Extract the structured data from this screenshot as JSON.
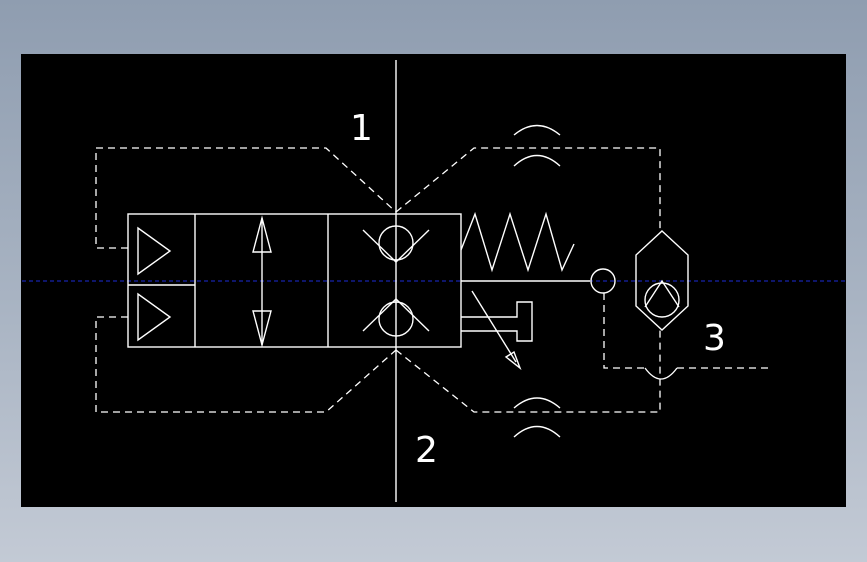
{
  "diagram": {
    "labels": {
      "port_1": "1",
      "port_2": "2",
      "port_3": "3"
    }
  },
  "colors": {
    "background": "#000000",
    "line": "#ffffff",
    "centerline": "#1c2bd8"
  }
}
